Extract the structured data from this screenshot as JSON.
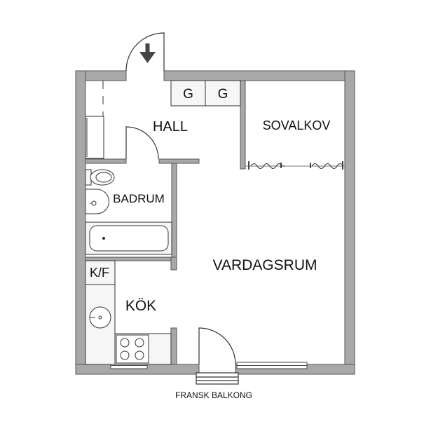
{
  "rooms": {
    "hall": "HALL",
    "sovalkov": "SOVALKOV",
    "badrum": "BADRUM",
    "vardagsrum": "VARDAGSRUM",
    "kok": "KÖK",
    "kf": "K/F",
    "wardrobe1": "G",
    "wardrobe2": "G"
  },
  "caption": "FRANSK BALKONG",
  "icons": {
    "entrance": "down-arrow-icon"
  },
  "colors": {
    "wall": "#a8a8a8",
    "wall_stroke": "#555555",
    "fixture_fill": "#f6f6f6",
    "line": "#333333",
    "text": "#111111"
  }
}
